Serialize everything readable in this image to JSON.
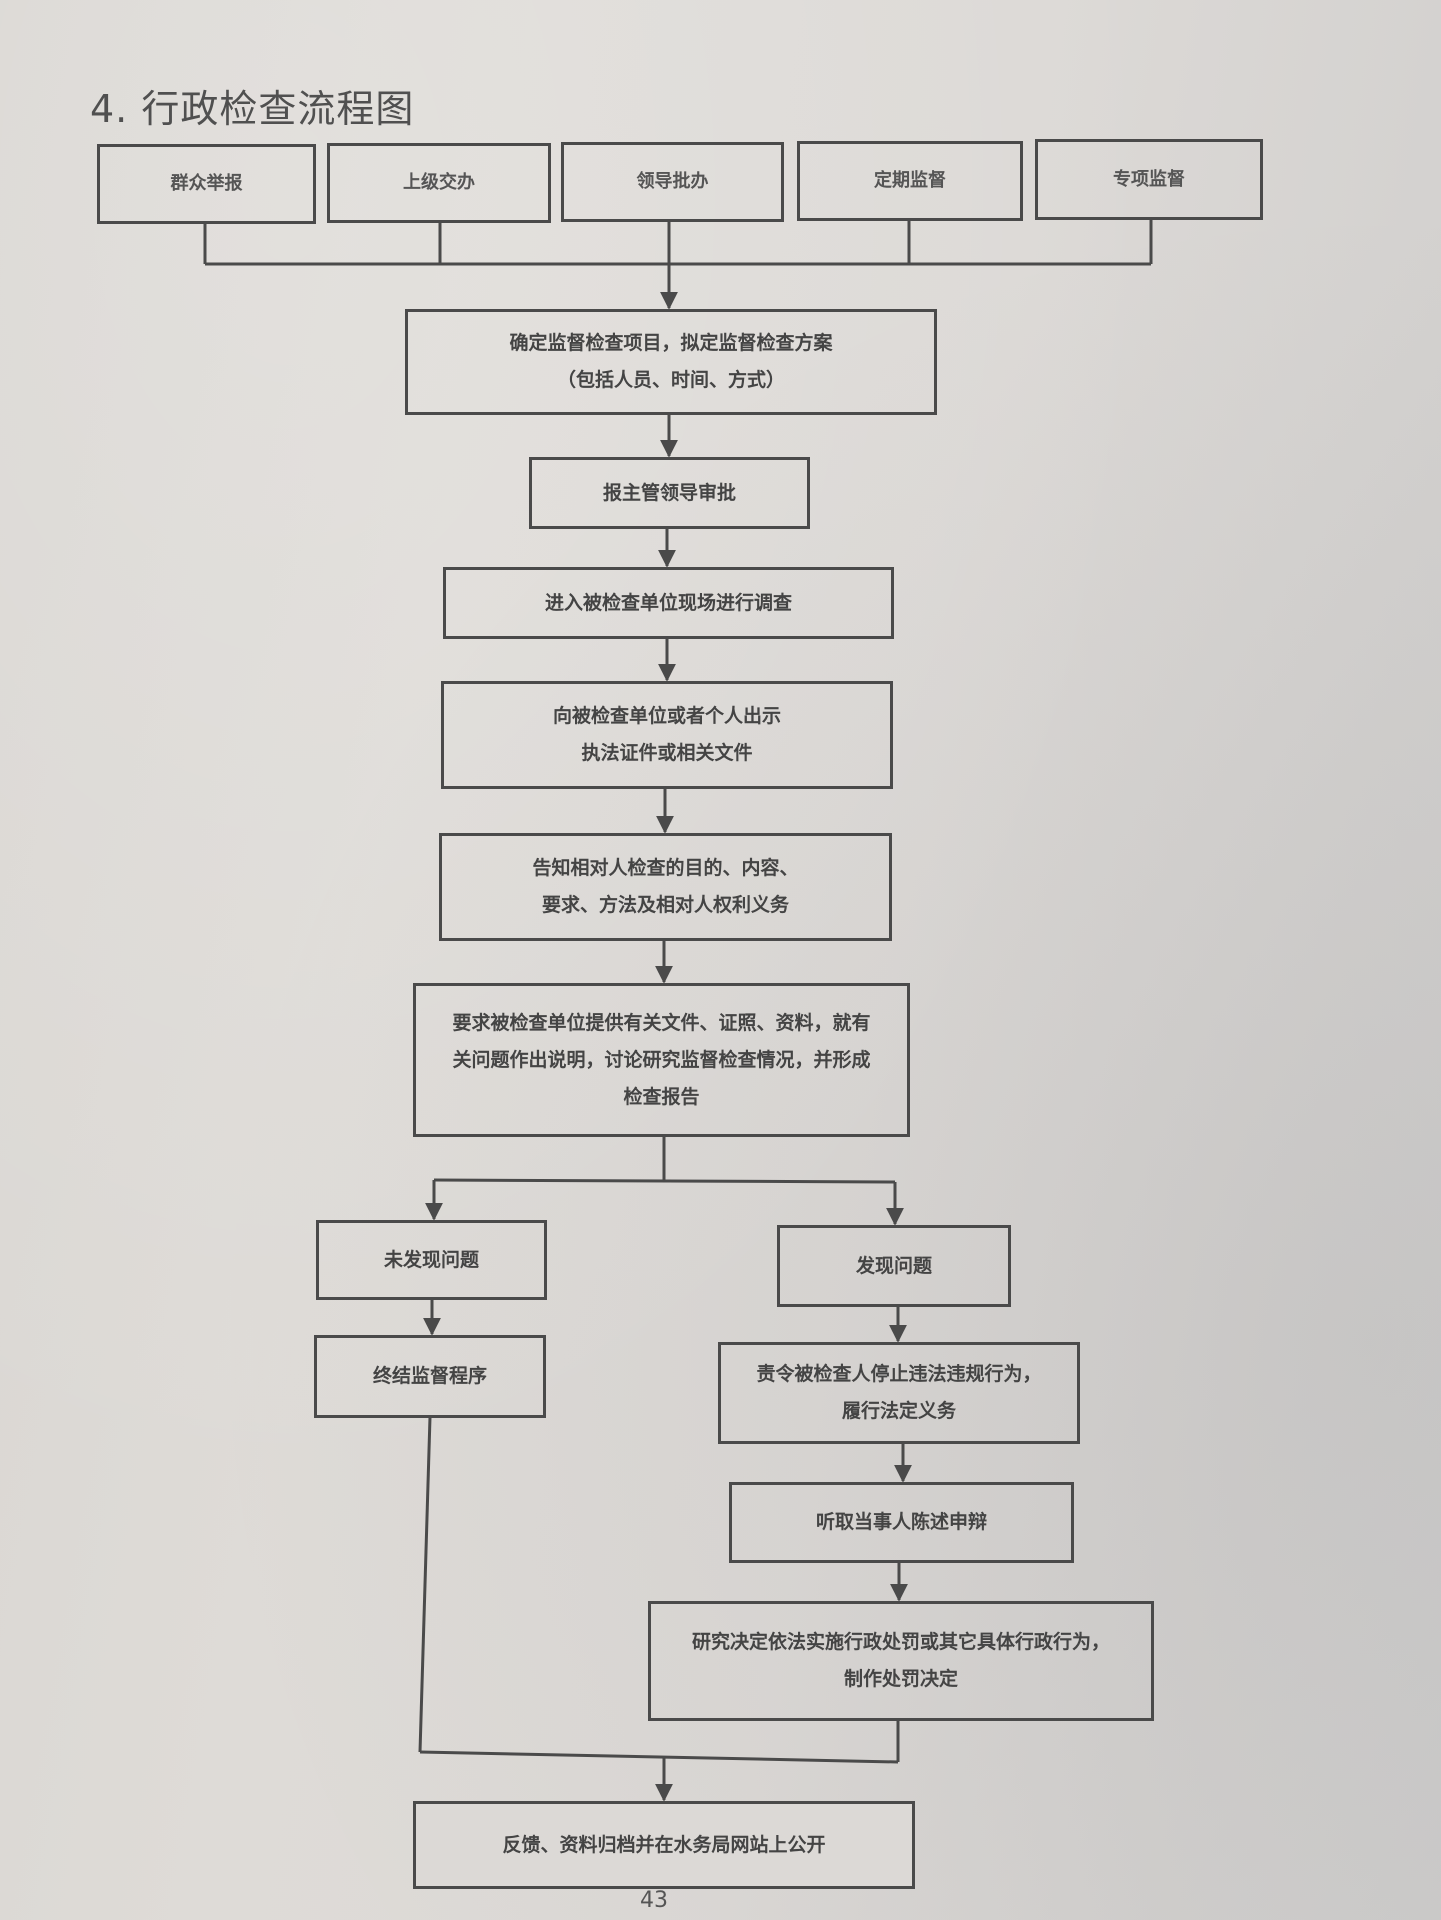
{
  "title": "4. 行政检查流程图",
  "page_number": "43",
  "sources": [
    {
      "id": "s1",
      "label": "群众举报"
    },
    {
      "id": "s2",
      "label": "上级交办"
    },
    {
      "id": "s3",
      "label": "领导批办"
    },
    {
      "id": "s4",
      "label": "定期监督"
    },
    {
      "id": "s5",
      "label": "专项监督"
    }
  ],
  "steps": {
    "plan": {
      "lines": [
        "确定监督检查项目，拟定监督检查方案",
        "（包括人员、时间、方式）"
      ]
    },
    "approve": {
      "lines": [
        "报主管领导审批"
      ]
    },
    "enter_site": {
      "lines": [
        "进入被检查单位现场进行调查"
      ]
    },
    "show_credentials": {
      "lines": [
        "向被检查单位或者个人出示",
        "执法证件或相关文件"
      ]
    },
    "inform": {
      "lines": [
        "告知相对人检查的目的、内容、",
        "要求、方法及相对人权利义务"
      ]
    },
    "report": {
      "lines": [
        "要求被检查单位提供有关文件、证照、资料，就有",
        "关问题作出说明，讨论研究监督检查情况，并形成",
        "检查报告"
      ]
    },
    "no_problem": {
      "lines": [
        "未发现问题"
      ]
    },
    "terminate": {
      "lines": [
        "终结监督程序"
      ]
    },
    "problem_found": {
      "lines": [
        "发现问题"
      ]
    },
    "order_stop": {
      "lines": [
        "责令被检查人停止违法违规行为，",
        "履行法定义务"
      ]
    },
    "hearing": {
      "lines": [
        "听取当事人陈述申辩"
      ]
    },
    "decide": {
      "lines": [
        "研究决定依法实施行政处罚或其它具体行政行为，",
        "制作处罚决定"
      ]
    },
    "archive": {
      "lines": [
        "反馈、资料归档并在水务局网站上公开"
      ]
    }
  },
  "colors": {
    "line": "#4a4a4a",
    "text": "#444444",
    "paper": "#dcd9d6"
  }
}
